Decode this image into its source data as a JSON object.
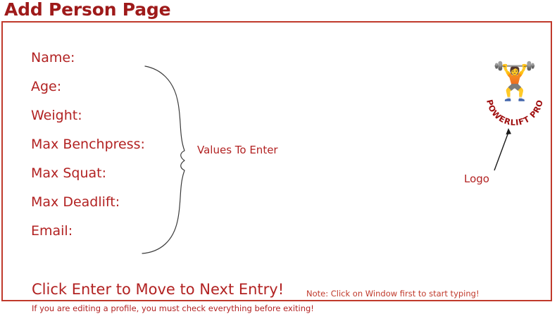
{
  "page": {
    "title": "Add Person Page",
    "accent_color": "#b22222",
    "border_color": "#c0392b",
    "background_color": "#ffffff"
  },
  "form": {
    "fields": [
      {
        "label": "Name:"
      },
      {
        "label": "Age:"
      },
      {
        "label": "Weight:"
      },
      {
        "label": "Max Benchpress:"
      },
      {
        "label": "Max Squat:"
      },
      {
        "label": "Max Deadlift:"
      },
      {
        "label": "Email:"
      }
    ]
  },
  "annotations": {
    "brace_label": "Values To Enter",
    "logo_label": "Logo"
  },
  "logo": {
    "icon": "weightlifter-icon",
    "glyph": "🏋",
    "arc_text": "POWERLIFT PRO",
    "arc_color": "#a01010"
  },
  "footer": {
    "heading": "Click Enter to Move to Next Entry!",
    "subtext": "If you are editing a profile, you must check everything before exiting!",
    "note": "Note: Click on Window first to start typing!"
  }
}
